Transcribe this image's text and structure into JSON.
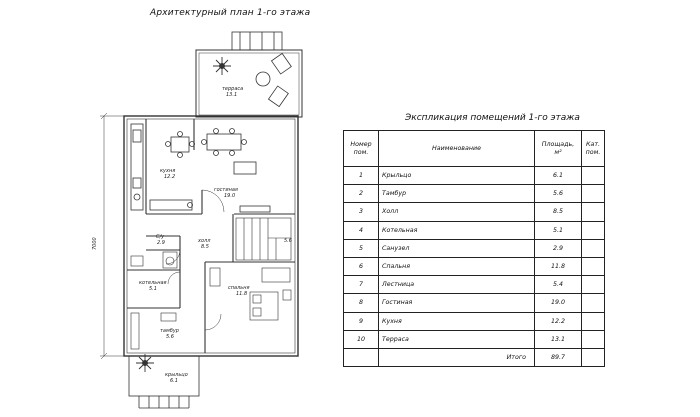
{
  "plan_title": "Архитектурный план 1-го этажа",
  "dimension": "7000",
  "rooms": {
    "terrace": {
      "name": "терраса",
      "area": "13.1"
    },
    "kitchen": {
      "name": "кухня",
      "area": "12.2"
    },
    "living": {
      "name": "гостиная",
      "area": "19.0"
    },
    "hall": {
      "name": "холл",
      "area": "8.5"
    },
    "bath": {
      "name": "С/у",
      "area": "2.9"
    },
    "boiler": {
      "name": "котельная",
      "area": "5.1"
    },
    "bedroom": {
      "name": "спальня",
      "area": "11.8"
    },
    "vestibule": {
      "name": "тамбур",
      "area": "5.6"
    },
    "porch": {
      "name": "крыльцо",
      "area": "6.1"
    },
    "stair_area": "5.6"
  },
  "explication": {
    "title": "Экспликация помещений 1-го этажа",
    "headers": {
      "num": [
        "Номер",
        "пом."
      ],
      "name": "Наименование",
      "area": [
        "Площадь,",
        "м²"
      ],
      "cat": [
        "Кат.",
        "пом."
      ]
    },
    "rows": [
      {
        "num": "1",
        "name": "Крыльцо",
        "area": "6.1"
      },
      {
        "num": "2",
        "name": "Тамбур",
        "area": "5.6"
      },
      {
        "num": "3",
        "name": "Холл",
        "area": "8.5"
      },
      {
        "num": "4",
        "name": "Котельная",
        "area": "5.1"
      },
      {
        "num": "5",
        "name": "Санузел",
        "area": "2.9"
      },
      {
        "num": "6",
        "name": "Спальня",
        "area": "11.8"
      },
      {
        "num": "7",
        "name": "Лестница",
        "area": "5.4"
      },
      {
        "num": "8",
        "name": "Гостиная",
        "area": "19.0"
      },
      {
        "num": "9",
        "name": "Кухня",
        "area": "12.2"
      },
      {
        "num": "10",
        "name": "Терраса",
        "area": "13.1"
      }
    ],
    "total_label": "Итого",
    "total_value": "89.7"
  }
}
